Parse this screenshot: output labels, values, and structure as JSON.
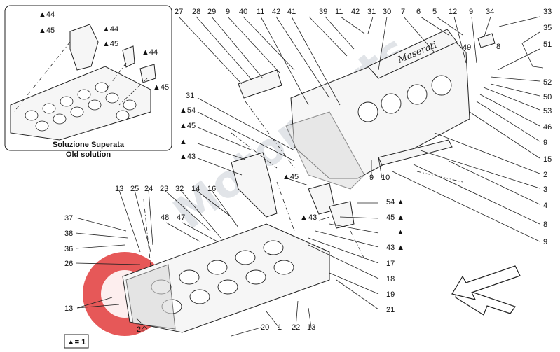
{
  "inset": {
    "caption_line1": "Soluzione Superata",
    "caption_line2": "Old solution",
    "labels": [
      "▲44",
      "▲45",
      "▲44",
      "▲45",
      "▲44",
      "▲45"
    ]
  },
  "legend": {
    "text": "▲= 1"
  },
  "watermark": {
    "text": "Motorparts",
    "color": "#c9cfd6"
  },
  "arrow": {
    "semantic": "direction-arrow-icon"
  },
  "callouts_top": [
    "27",
    "28",
    "29",
    "9",
    "40",
    "11",
    "42",
    "41",
    "39",
    "11",
    "42",
    "31",
    "30",
    "7",
    "6",
    "5",
    "12",
    "9",
    "34",
    "33"
  ],
  "callouts_right": [
    "35",
    "51",
    "52",
    "50",
    "53",
    "46",
    "9",
    "15",
    "2",
    "3",
    "4",
    "8",
    "9"
  ],
  "callouts_left_mid": [
    "31",
    "▲54",
    "▲45",
    "▲",
    "▲43"
  ],
  "callouts_lower_left": [
    "13",
    "25",
    "24",
    "23",
    "32",
    "14",
    "16",
    "37",
    "38",
    "36",
    "26",
    "48",
    "47"
  ],
  "callouts_center": [
    "49",
    "8",
    "10",
    "9",
    "▲45",
    "54 ▲",
    "45 ▲",
    "▲",
    "43 ▲",
    "17",
    "18",
    "19",
    "21",
    "▲",
    "43"
  ],
  "callouts_bottom": [
    "13",
    "24",
    "20",
    "1",
    "22",
    "13"
  ]
}
